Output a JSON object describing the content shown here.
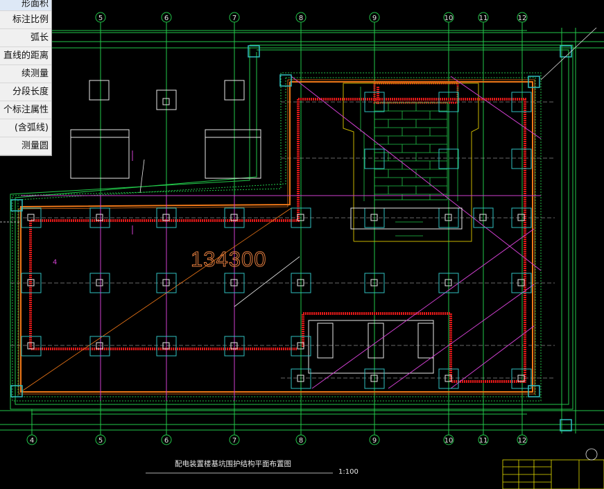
{
  "menu": {
    "items": [
      {
        "label": "形面积"
      },
      {
        "label": "标注比例"
      },
      {
        "label": "弧长"
      },
      {
        "label": "直线的距离"
      },
      {
        "label": "续测量"
      },
      {
        "label": "分段长度"
      },
      {
        "label": "个标注属性"
      },
      {
        "label": "(含弧线)"
      },
      {
        "label": "测量圆"
      }
    ]
  },
  "drawing": {
    "title": "配电装置楼基坑围护结构平面布置图",
    "scale": "1:100",
    "measured_length": "134300",
    "grid_labels_top": [
      "5",
      "6",
      "7",
      "8",
      "9",
      "10",
      "11",
      "12"
    ],
    "grid_labels_bottom": [
      "4",
      "5",
      "6",
      "7",
      "8",
      "9",
      "10",
      "11",
      "12"
    ],
    "annotation_left": "4",
    "colors": {
      "background": "#000000",
      "green": "#22c84a",
      "red": "#e01818",
      "orange": "#f07818",
      "magenta": "#d040d0",
      "white": "#e8e8e8",
      "cyan": "#30c0c0",
      "yellow": "#e8e000"
    }
  }
}
